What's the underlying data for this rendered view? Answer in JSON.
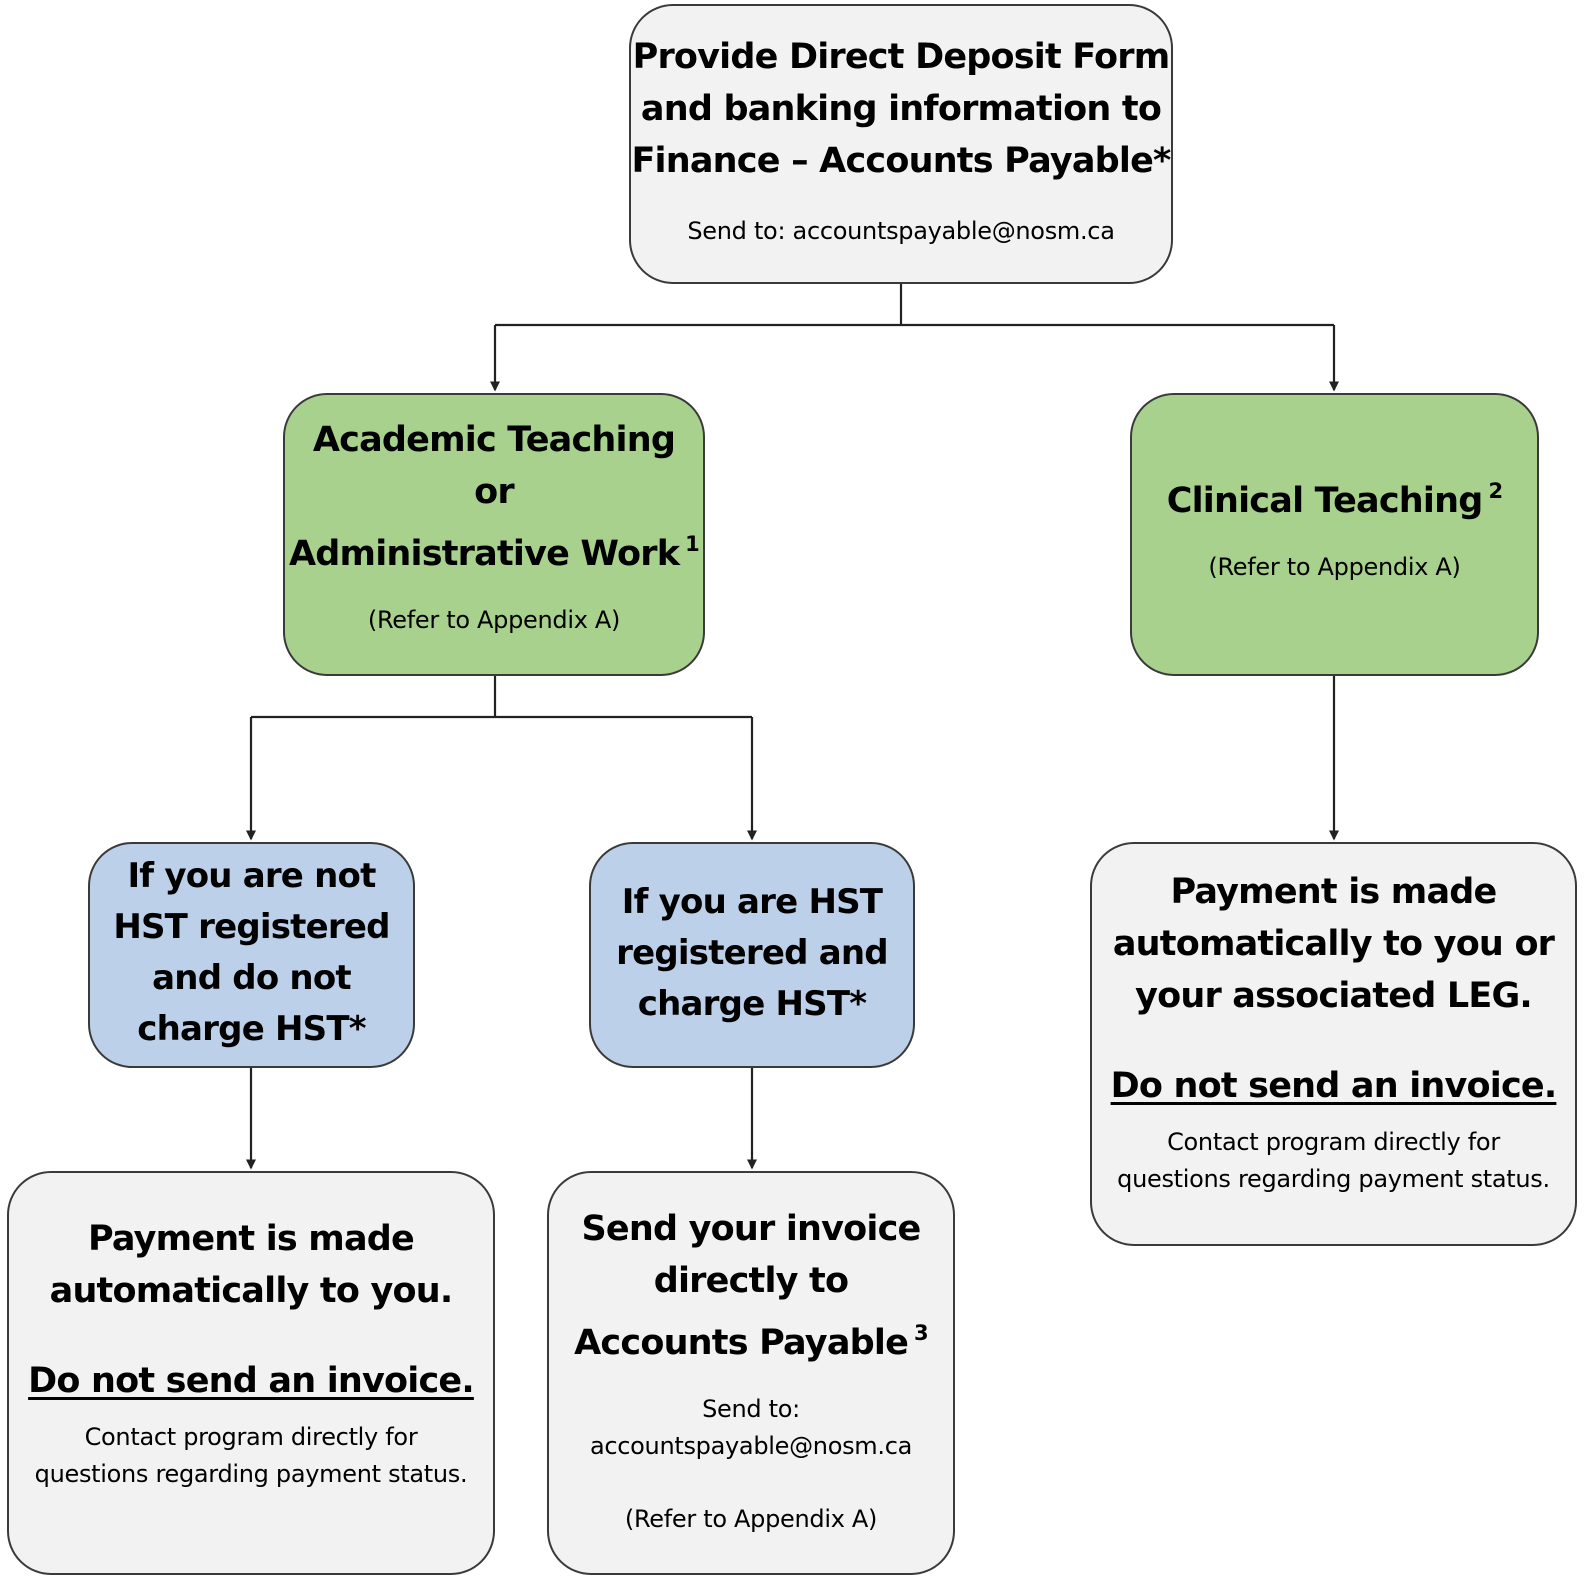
{
  "nodes": {
    "deposit": {
      "title_lines": [
        "Provide Direct Deposit Form",
        "and banking information to",
        "Finance – Accounts Payable*"
      ],
      "send_to": "Send to: accountspayable@nosm.ca"
    },
    "academic": {
      "title_lines": [
        "Academic Teaching",
        "or",
        "Administrative Work"
      ],
      "footnote": "1",
      "refer": "(Refer to Appendix A)"
    },
    "clinical": {
      "title": "Clinical Teaching",
      "footnote": "2",
      "refer": "(Refer to Appendix A)"
    },
    "not_hst": {
      "title_lines": [
        "If you are not",
        "HST registered",
        "and do not",
        "charge HST*"
      ]
    },
    "hst": {
      "title_lines": [
        "If you are HST",
        "registered and",
        "charge HST*"
      ]
    },
    "payment_auto_you": {
      "title_lines": [
        "Payment is made",
        "automatically to you."
      ],
      "warning": "Do not send an invoice.",
      "contact_lines": [
        "Contact program directly for",
        "questions regarding payment status."
      ]
    },
    "send_invoice": {
      "title_lines": [
        "Send your invoice",
        "directly to",
        "Accounts Payable"
      ],
      "footnote": "3",
      "send_to_label": "Send to:",
      "send_to_email": "accountspayable@nosm.ca",
      "refer": "(Refer to Appendix A)"
    },
    "payment_auto_leg": {
      "title_lines": [
        "Payment is made",
        "automatically to you or",
        "your associated LEG."
      ],
      "warning": "Do not send an invoice.",
      "contact_lines": [
        "Contact program directly for",
        "questions regarding payment status."
      ]
    }
  },
  "colors": {
    "grey_fill": "#f2f2f2",
    "green_fill": "#a9d18e",
    "blue_fill": "#bdd0e9",
    "border": "#3a3a3a"
  }
}
